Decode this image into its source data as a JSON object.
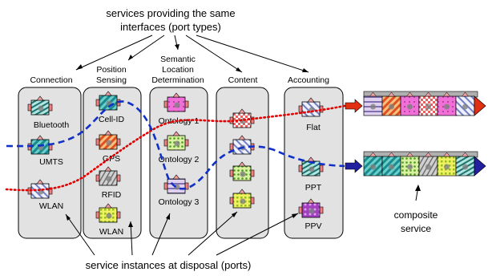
{
  "title": {
    "line1": "services providing the same",
    "line2": "interfaces (port types)"
  },
  "categories": [
    {
      "id": "connection",
      "header": [
        "Connection"
      ],
      "items": [
        "Bluetooth",
        "UMTS",
        "WLAN"
      ]
    },
    {
      "id": "position",
      "header": [
        "Position",
        "Sensing"
      ],
      "items": [
        "Cell-ID",
        "GPS",
        "RFID",
        "WLAN"
      ]
    },
    {
      "id": "semantic",
      "header": [
        "Semantic",
        "Location",
        "Determination"
      ],
      "items": [
        "Ontology 1",
        "Ontology 2",
        "Ontology 3"
      ]
    },
    {
      "id": "content",
      "header": [
        "Content"
      ],
      "items": [
        "",
        "",
        "",
        ""
      ]
    },
    {
      "id": "accounting",
      "header": [
        "Accounting"
      ],
      "items": [
        "Flat",
        "PPT",
        "PPV"
      ]
    }
  ],
  "bottom_label": "service instances at disposal (ports)",
  "composite_label": {
    "line1": "composite",
    "line2": "service"
  },
  "colors": {
    "red_path": "#e00000",
    "blue_path": "#1030c8",
    "red_arrow": "#e03010",
    "blue_arrow": "#2020a0",
    "panel_fill": "#e2e2e2",
    "panel_stroke": "#000000"
  }
}
